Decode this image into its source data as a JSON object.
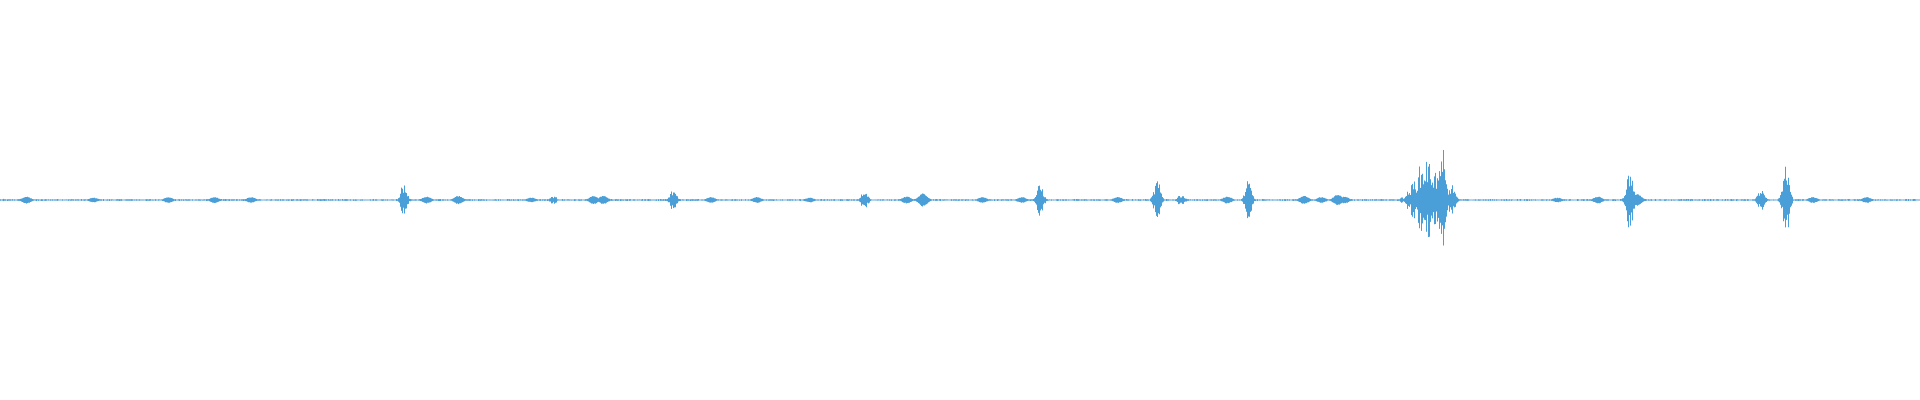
{
  "waveform": {
    "color": "#4a9fd8",
    "background": "#ffffff",
    "amplitude_scale": "linear",
    "max_amplitude": 1.0,
    "baseline_amplitude": 0.015,
    "events": [
      {
        "t": 0.0136,
        "amp": 0.06,
        "kind": "blob"
      },
      {
        "t": 0.0485,
        "amp": 0.04,
        "kind": "blob"
      },
      {
        "t": 0.0875,
        "amp": 0.05,
        "kind": "blob"
      },
      {
        "t": 0.1115,
        "amp": 0.05,
        "kind": "blob"
      },
      {
        "t": 0.1305,
        "amp": 0.05,
        "kind": "blob"
      },
      {
        "t": 0.21,
        "amp": 0.3,
        "kind": "spike"
      },
      {
        "t": 0.222,
        "amp": 0.06,
        "kind": "blob"
      },
      {
        "t": 0.2385,
        "amp": 0.07,
        "kind": "blob"
      },
      {
        "t": 0.2765,
        "amp": 0.04,
        "kind": "blob"
      },
      {
        "t": 0.288,
        "amp": 0.08,
        "kind": "spike"
      },
      {
        "t": 0.309,
        "amp": 0.07,
        "kind": "blob"
      },
      {
        "t": 0.314,
        "amp": 0.07,
        "kind": "blob"
      },
      {
        "t": 0.3505,
        "amp": 0.2,
        "kind": "spike"
      },
      {
        "t": 0.37,
        "amp": 0.05,
        "kind": "blob"
      },
      {
        "t": 0.394,
        "amp": 0.05,
        "kind": "blob"
      },
      {
        "t": 0.4215,
        "amp": 0.04,
        "kind": "blob"
      },
      {
        "t": 0.45,
        "amp": 0.2,
        "kind": "spike"
      },
      {
        "t": 0.472,
        "amp": 0.06,
        "kind": "blob"
      },
      {
        "t": 0.4805,
        "amp": 0.11,
        "kind": "blob"
      },
      {
        "t": 0.5115,
        "amp": 0.05,
        "kind": "blob"
      },
      {
        "t": 0.532,
        "amp": 0.05,
        "kind": "blob"
      },
      {
        "t": 0.5415,
        "amp": 0.3,
        "kind": "spike"
      },
      {
        "t": 0.582,
        "amp": 0.05,
        "kind": "blob"
      },
      {
        "t": 0.6025,
        "amp": 0.35,
        "kind": "spike"
      },
      {
        "t": 0.615,
        "amp": 0.12,
        "kind": "spike"
      },
      {
        "t": 0.639,
        "amp": 0.06,
        "kind": "blob"
      },
      {
        "t": 0.65,
        "amp": 0.35,
        "kind": "spike"
      },
      {
        "t": 0.679,
        "amp": 0.07,
        "kind": "blob"
      },
      {
        "t": 0.688,
        "amp": 0.05,
        "kind": "blob"
      },
      {
        "t": 0.6965,
        "amp": 0.09,
        "kind": "blob"
      },
      {
        "t": 0.7,
        "amp": 0.06,
        "kind": "blob"
      },
      {
        "t": 0.743,
        "amp": 0.75,
        "kind": "burst"
      },
      {
        "t": 0.751,
        "amp": 1.0,
        "kind": "spike"
      },
      {
        "t": 0.756,
        "amp": 0.3,
        "kind": "spike"
      },
      {
        "t": 0.811,
        "amp": 0.04,
        "kind": "blob"
      },
      {
        "t": 0.832,
        "amp": 0.06,
        "kind": "blob"
      },
      {
        "t": 0.8485,
        "amp": 0.6,
        "kind": "spike"
      },
      {
        "t": 0.8525,
        "amp": 0.1,
        "kind": "blob"
      },
      {
        "t": 0.917,
        "amp": 0.2,
        "kind": "spike"
      },
      {
        "t": 0.93,
        "amp": 0.65,
        "kind": "spike"
      },
      {
        "t": 0.944,
        "amp": 0.05,
        "kind": "blob"
      },
      {
        "t": 0.972,
        "amp": 0.05,
        "kind": "blob"
      }
    ]
  }
}
